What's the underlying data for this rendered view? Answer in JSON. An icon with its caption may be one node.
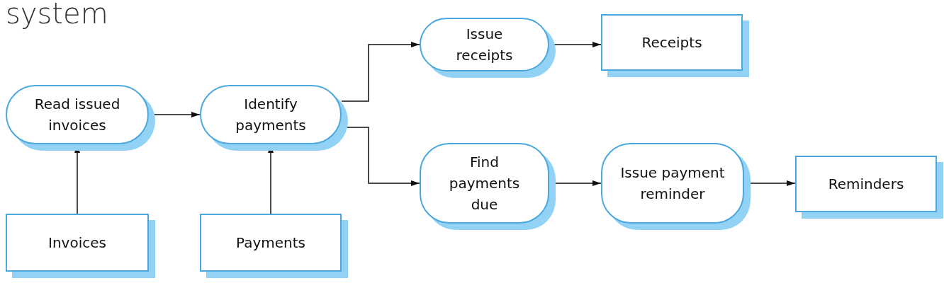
{
  "diagram": {
    "title": "system",
    "nodes": [
      {
        "text": [
          "Read issued invoices"
        ]
      },
      {
        "text": [
          "Identify payments"
        ]
      },
      {
        "text": [
          "Issue receipts"
        ]
      },
      {
        "text": [
          "Receipts"
        ]
      },
      {
        "text": [
          "Find payments due"
        ]
      },
      {
        "text": [
          "Issue payment reminder"
        ]
      },
      {
        "text": [
          "Reminders"
        ]
      },
      {
        "text": [
          "Invoices"
        ]
      },
      {
        "text": [
          "Payments"
        ]
      }
    ],
    "edges": [
      {
        "from": 7,
        "to": 0,
        "arrow": "to"
      },
      {
        "from": 8,
        "to": 1,
        "arrow": "to"
      },
      {
        "from": 0,
        "to": 1,
        "arrow": "to"
      },
      {
        "from": 1,
        "to": 2,
        "arrow": "to"
      },
      {
        "from": 1,
        "to": 4,
        "arrow": "to"
      },
      {
        "from": 2,
        "to": 3,
        "arrow": "to"
      },
      {
        "from": 4,
        "to": 5,
        "arrow": "to"
      },
      {
        "from": 5,
        "to": 6,
        "arrow": "to"
      }
    ]
  }
}
